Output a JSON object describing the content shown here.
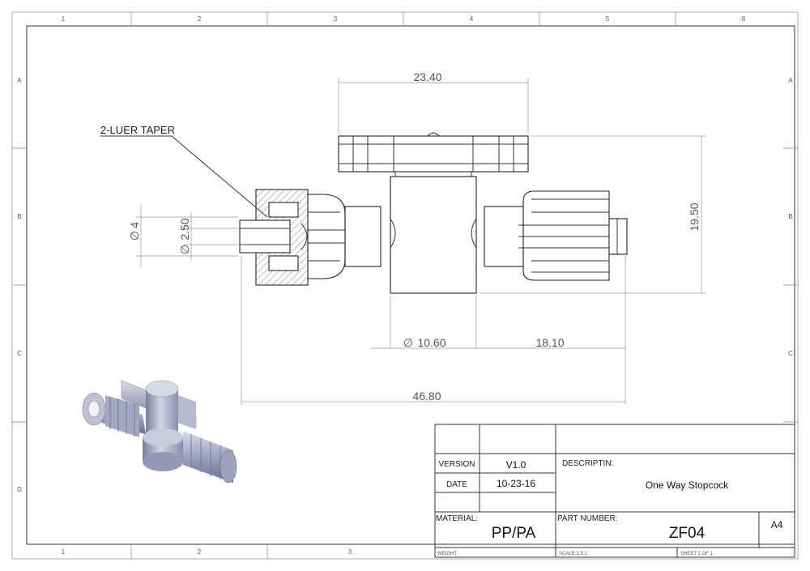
{
  "zones": {
    "columns_top": [
      "1",
      "2",
      "3",
      "4",
      "5",
      "6"
    ],
    "columns_bottom": [
      "1",
      "2",
      "3"
    ],
    "rows": [
      "A",
      "B",
      "C",
      "D"
    ]
  },
  "dimensions": {
    "top_width": "23.40",
    "height": "19.50",
    "outer_diameter": "4",
    "inner_diameter": "2.50",
    "body_diameter": "10.60",
    "right_length": "18.10",
    "overall_length": "46.80",
    "diameter_symbol": "∅"
  },
  "callout": {
    "label": "2-LUER TAPER"
  },
  "title_block": {
    "version_label": "VERSION",
    "version_value": "V1.0",
    "date_label": "DATE",
    "date_value": "10-23-16",
    "description_label": "DESCRIPTIN:",
    "description_value": "One Way Stopcock",
    "material_label": "MATERIAL:",
    "material_value": "PP/PA",
    "part_number_label": "PART NUMBER:",
    "part_number_value": "ZF04",
    "size_value": "A4",
    "weight_label": "WEIGHT:",
    "scale_label": "SCALE:2.5:1",
    "sheet_label": "SHEET 1 OF 1"
  },
  "colors": {
    "line": "#333333",
    "render": "#a9adc8"
  }
}
